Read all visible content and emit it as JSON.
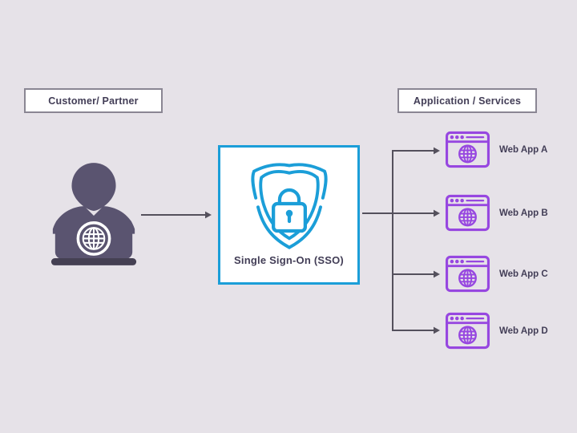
{
  "labels": {
    "customer": "Customer/ Partner",
    "services": "Application / Services"
  },
  "sso": {
    "label": "Single Sign-On (SSO)"
  },
  "apps": [
    {
      "label": "Web App A"
    },
    {
      "label": "Web App B"
    },
    {
      "label": "Web App C"
    },
    {
      "label": "Web App D"
    }
  ],
  "icons": {
    "person": "user-at-laptop-icon",
    "sso": "shield-lock-icon",
    "app": "browser-globe-icon"
  },
  "colors": {
    "background": "#e6e2e8",
    "accent_cyan": "#1b9ed8",
    "accent_purple": "#9747e0",
    "person": "#5a5470",
    "connector": "#54505c",
    "text": "#423d56",
    "box_border": "#8a8693"
  }
}
